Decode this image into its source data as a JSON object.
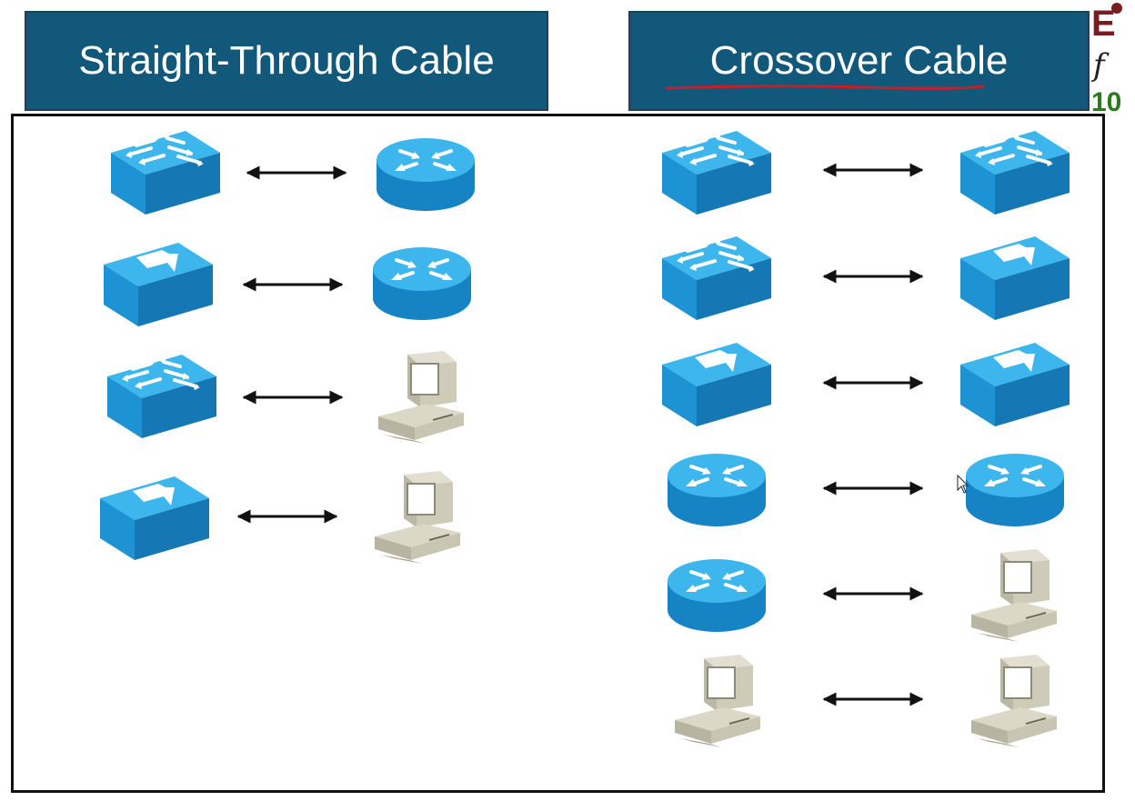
{
  "left_panel": {
    "title": "Straight-Through Cable",
    "pairs": [
      {
        "left": "switch",
        "right": "router"
      },
      {
        "left": "multilayer-switch",
        "right": "router"
      },
      {
        "left": "switch",
        "right": "workstation"
      },
      {
        "left": "multilayer-switch",
        "right": "workstation"
      }
    ]
  },
  "right_panel": {
    "title": "Crossover Cable",
    "pairs": [
      {
        "left": "switch",
        "right": "switch"
      },
      {
        "left": "switch",
        "right": "multilayer-switch"
      },
      {
        "left": "multilayer-switch",
        "right": "multilayer-switch"
      },
      {
        "left": "router",
        "right": "router"
      },
      {
        "left": "router",
        "right": "workstation"
      },
      {
        "left": "workstation",
        "right": "workstation"
      }
    ]
  },
  "logo": {
    "letter": "E",
    "script": "f",
    "digits": "10"
  },
  "colors": {
    "header_bg": "#12587a",
    "device_top": "#3ab4ea",
    "device_front": "#1b8fcf",
    "device_side": "#1478b4",
    "pc_body": "#cfcbb9",
    "accent_underline": "#c81e28"
  }
}
